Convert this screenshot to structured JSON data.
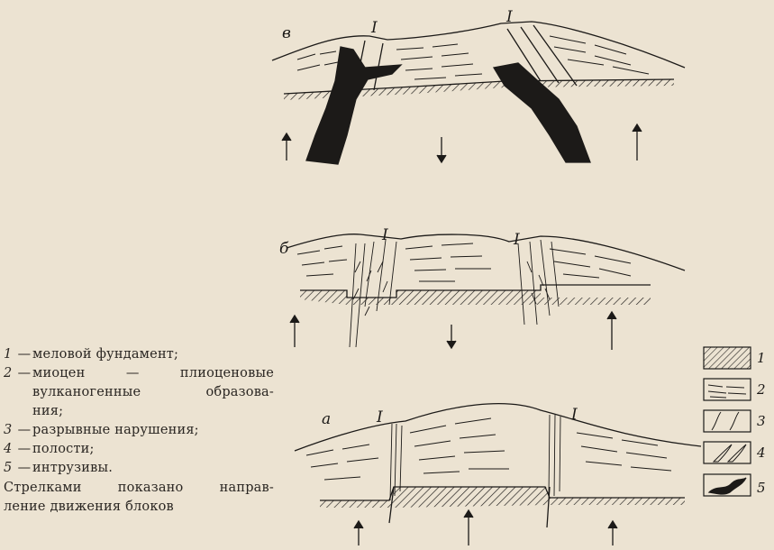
{
  "panels": [
    {
      "letter": "в",
      "fault_labels": [
        "I",
        "I"
      ]
    },
    {
      "letter": "б",
      "fault_labels": [
        "I",
        "I"
      ]
    },
    {
      "letter": "а",
      "fault_labels": [
        "I",
        "I"
      ]
    }
  ],
  "legend": {
    "items": [
      {
        "num": "1",
        "text": "меловой фундамент;"
      },
      {
        "num": "2",
        "text": "миоцен — плиоценовые вулканогенные образования;",
        "lines": [
          "миоцен — плиоценовые",
          "вулканогенные образова-",
          "ния;"
        ]
      },
      {
        "num": "3",
        "text": "разрывные нарушения;"
      },
      {
        "num": "4",
        "text": "полости;"
      },
      {
        "num": "5",
        "text": "интрузивы."
      }
    ],
    "note_lines": [
      "Стрелками показано направ-",
      "ление движения блоков"
    ]
  },
  "legend_keys": [
    "1",
    "2",
    "3",
    "4",
    "5"
  ],
  "colors": {
    "paper": "#ece3d2",
    "ink": "#1c1a18"
  }
}
